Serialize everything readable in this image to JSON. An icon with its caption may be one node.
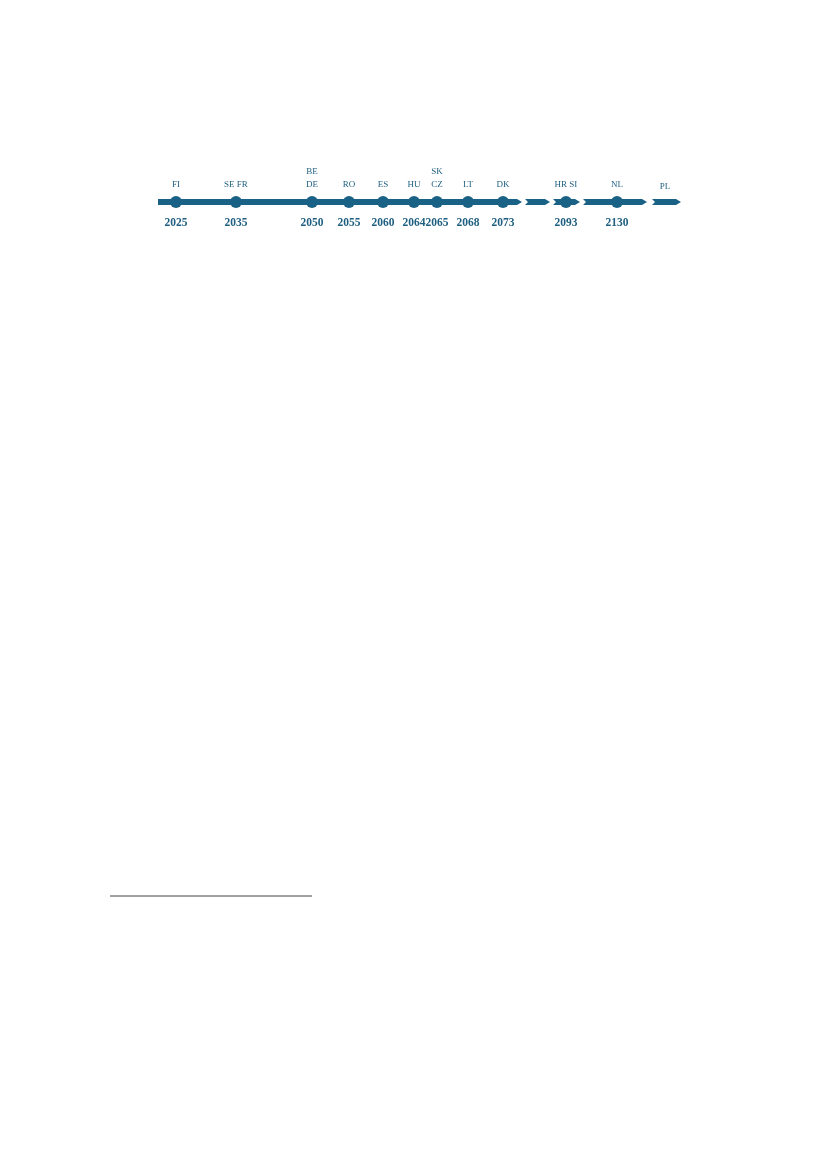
{
  "diagram": {
    "nodes": [
      {
        "text": [],
        "shape": "circle",
        "beside": [
          "FI",
          "2025"
        ]
      },
      {
        "text": [],
        "shape": "circle",
        "beside": [
          "SE FR",
          "2035"
        ]
      },
      {
        "text": [],
        "shape": "circle",
        "beside": [
          "BE DE",
          "2050"
        ]
      },
      {
        "text": [],
        "shape": "circle",
        "beside": [
          "RO",
          "2055"
        ]
      },
      {
        "text": [],
        "shape": "circle",
        "beside": [
          "ES",
          "2060"
        ]
      },
      {
        "text": [],
        "shape": "circle",
        "beside": [
          "HU",
          "2064"
        ]
      },
      {
        "text": [],
        "shape": "circle",
        "beside": [
          "SK CZ",
          "2065"
        ]
      },
      {
        "text": [],
        "shape": "circle",
        "beside": [
          "LT",
          "2068"
        ]
      },
      {
        "text": [],
        "shape": "circle",
        "beside": [
          "DK",
          "2073"
        ]
      },
      {
        "text": [],
        "shape": "circle",
        "beside": [
          "HR SI",
          "2093"
        ]
      },
      {
        "text": [],
        "shape": "circle",
        "beside": [
          "NL",
          "2130"
        ]
      }
    ],
    "labels": [
      "PL"
    ]
  }
}
